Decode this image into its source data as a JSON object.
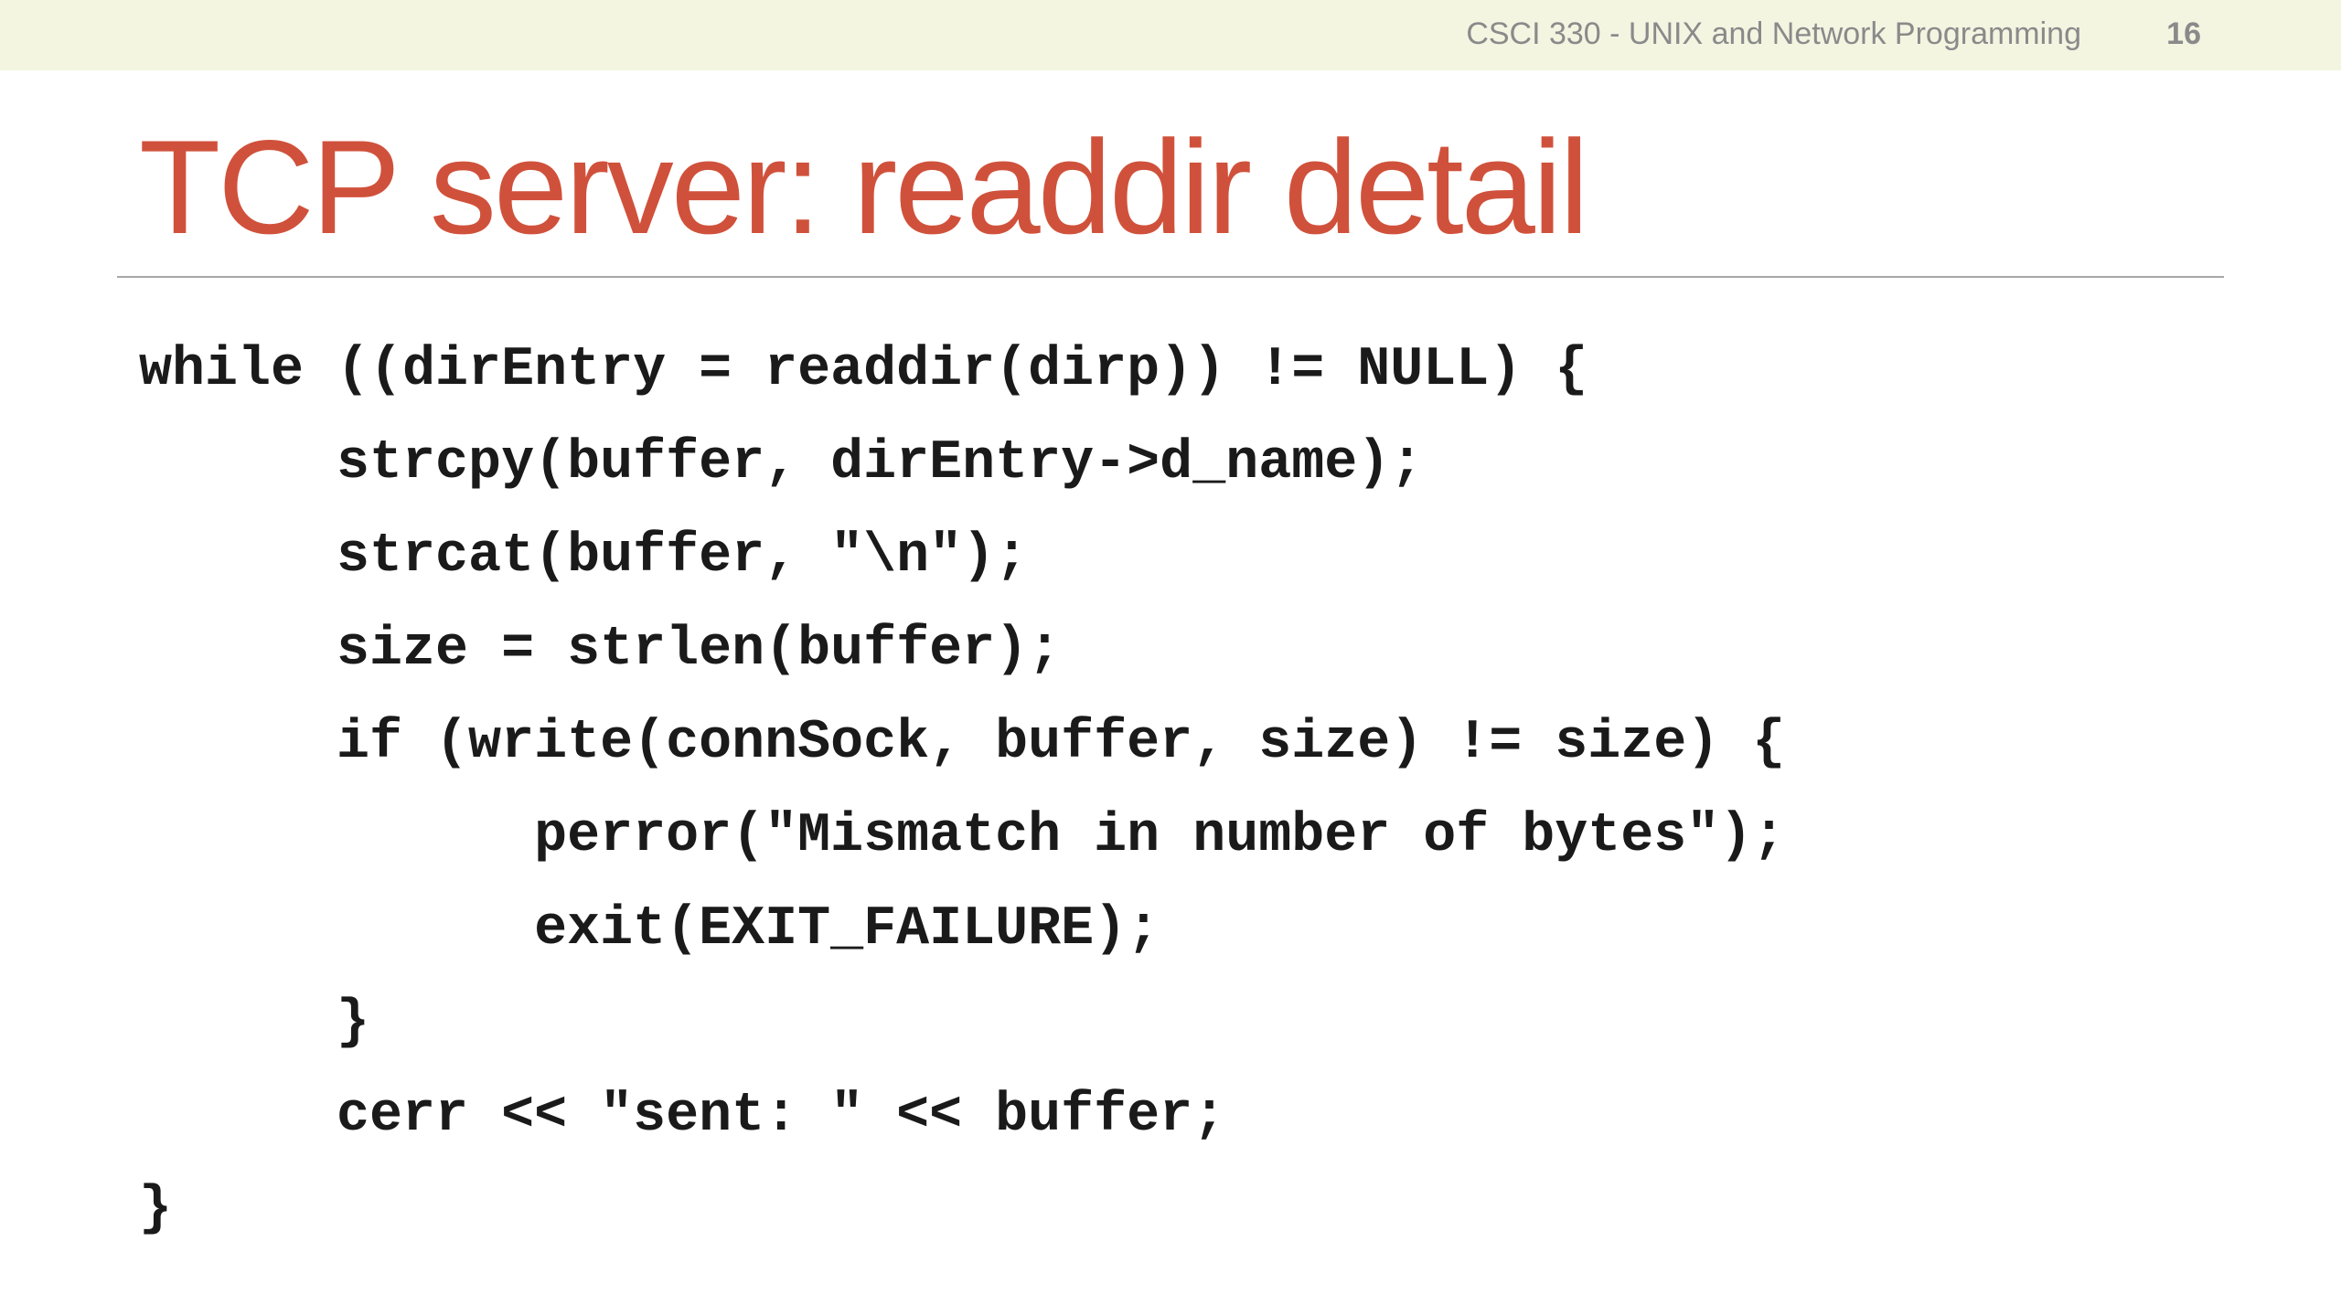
{
  "header": {
    "course_title": "CSCI 330 - UNIX and Network Programming",
    "page_number": "16"
  },
  "slide": {
    "title": "TCP server: readdir detail",
    "title_color": "#d0513b",
    "header_bar_color": "#f3f5e1",
    "code_lines": [
      "while ((dirEntry = readdir(dirp)) != NULL) {",
      "      strcpy(buffer, dirEntry->d_name);",
      "      strcat(buffer, \"\\n\");",
      "      size = strlen(buffer);",
      "      if (write(connSock, buffer, size) != size) {",
      "            perror(\"Mismatch in number of bytes\");",
      "            exit(EXIT_FAILURE);",
      "      }",
      "      cerr << \"sent: \" << buffer;",
      "}"
    ]
  }
}
